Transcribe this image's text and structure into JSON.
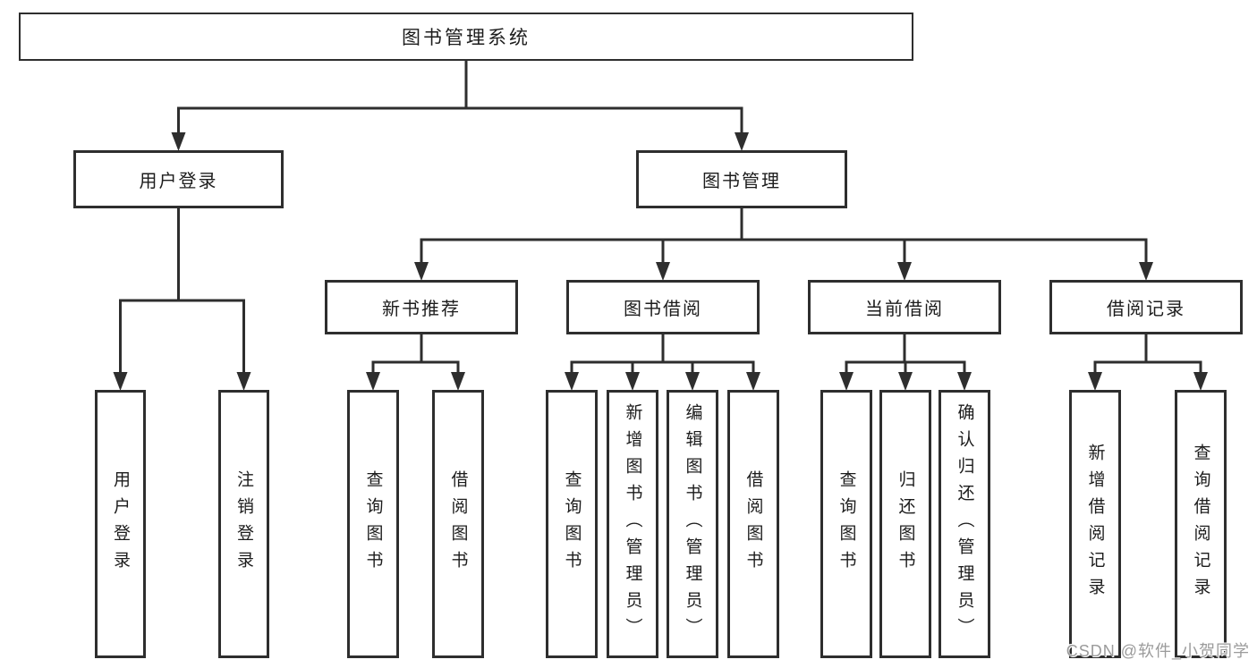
{
  "diagram": {
    "type": "hierarchy-tree",
    "title": "图书管理系统",
    "nodes": [
      {
        "id": "root",
        "label": "图书管理系统",
        "parent": null
      },
      {
        "id": "user-login",
        "label": "用户登录",
        "parent": "root"
      },
      {
        "id": "book-mgmt",
        "label": "图书管理",
        "parent": "root"
      },
      {
        "id": "login",
        "label": "用户登录",
        "parent": "user-login"
      },
      {
        "id": "logout",
        "label": "注销登录",
        "parent": "user-login"
      },
      {
        "id": "new-book-rec",
        "label": "新书推荐",
        "parent": "book-mgmt"
      },
      {
        "id": "book-borrow",
        "label": "图书借阅",
        "parent": "book-mgmt"
      },
      {
        "id": "current-borrow",
        "label": "当前借阅",
        "parent": "book-mgmt"
      },
      {
        "id": "borrow-record",
        "label": "借阅记录",
        "parent": "book-mgmt"
      },
      {
        "id": "rec-query",
        "label": "查询图书",
        "parent": "new-book-rec"
      },
      {
        "id": "rec-borrow",
        "label": "借阅图书",
        "parent": "new-book-rec"
      },
      {
        "id": "bb-query",
        "label": "查询图书",
        "parent": "book-borrow"
      },
      {
        "id": "bb-add",
        "label": "新增图书（管理员）",
        "parent": "book-borrow"
      },
      {
        "id": "bb-edit",
        "label": "编辑图书（管理员）",
        "parent": "book-borrow"
      },
      {
        "id": "bb-borrow",
        "label": "借阅图书",
        "parent": "book-borrow"
      },
      {
        "id": "cb-query",
        "label": "查询图书",
        "parent": "current-borrow"
      },
      {
        "id": "cb-return",
        "label": "归还图书",
        "parent": "current-borrow"
      },
      {
        "id": "cb-confirm",
        "label": "确认归还（管理员）",
        "parent": "current-borrow"
      },
      {
        "id": "br-add",
        "label": "新增借阅记录",
        "parent": "borrow-record"
      },
      {
        "id": "br-query",
        "label": "查询借阅记录",
        "parent": "borrow-record"
      }
    ]
  },
  "watermark": {
    "text": "CSDN @软件_小贺同学",
    "color": "#9b9b9b"
  },
  "colors": {
    "background": "#ffffff",
    "line": "#2e2e2e",
    "box_border": "#2e2e2e",
    "text": "#1c1c1c"
  }
}
